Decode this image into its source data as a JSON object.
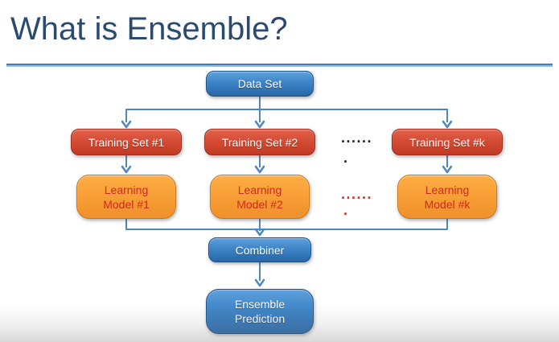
{
  "slide": {
    "title": "What is Ensemble?"
  },
  "diagram": {
    "data_set": {
      "label": "Data Set"
    },
    "training_sets": [
      {
        "label": "Training Set #1"
      },
      {
        "label": "Training Set #2"
      },
      {
        "label": "Training Set #k"
      }
    ],
    "learning_models": [
      {
        "label": "Learning Model #1"
      },
      {
        "label": "Learning Model #2"
      },
      {
        "label": "Learning Model #k"
      }
    ],
    "ellipsis": {
      "training_row": {
        "horizontal": "......",
        "vertical": "."
      },
      "learning_row": {
        "horizontal": "......",
        "vertical": "."
      }
    },
    "combiner": {
      "label": "Combiner"
    },
    "ensemble_prediction": {
      "label": "Ensemble Prediction"
    }
  },
  "colors": {
    "title_text": "#2B4A70",
    "divider": "#4A7CB2",
    "connector": "#4E86C0",
    "blue_node_top": "#5DA0DC",
    "blue_node_bottom": "#2767A8",
    "blue_node_border": "#1B4F85",
    "red_node_top": "#E2614B",
    "red_node_bottom": "#C13A22",
    "red_node_border": "#99291A",
    "orange_node_top": "#FCAE44",
    "orange_node_bottom": "#F0902A",
    "orange_node_border": "#C8761B",
    "orange_node_text": "#CE2A1B",
    "node_text": "#FFFFFF",
    "ellipsis_dark": "#222222",
    "ellipsis_red": "#C0392B"
  }
}
